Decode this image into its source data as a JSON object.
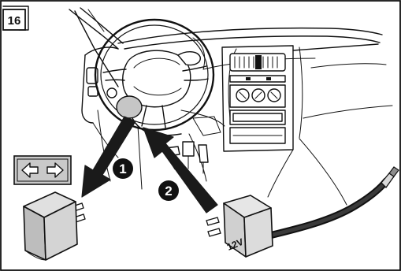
{
  "figure": {
    "number": "16",
    "step_1": "1",
    "step_2": "2",
    "plug_label": "12V"
  },
  "colors": {
    "ink": "#111111",
    "arrow": "#1a1a1a",
    "gray_light": "#d9d9d9",
    "gray_mid": "#bdbdbd",
    "gray_dark": "#8c8c8c",
    "highlight": "#c6c6c6"
  },
  "icons": [
    "left-arrow-icon",
    "right-arrow-icon"
  ]
}
